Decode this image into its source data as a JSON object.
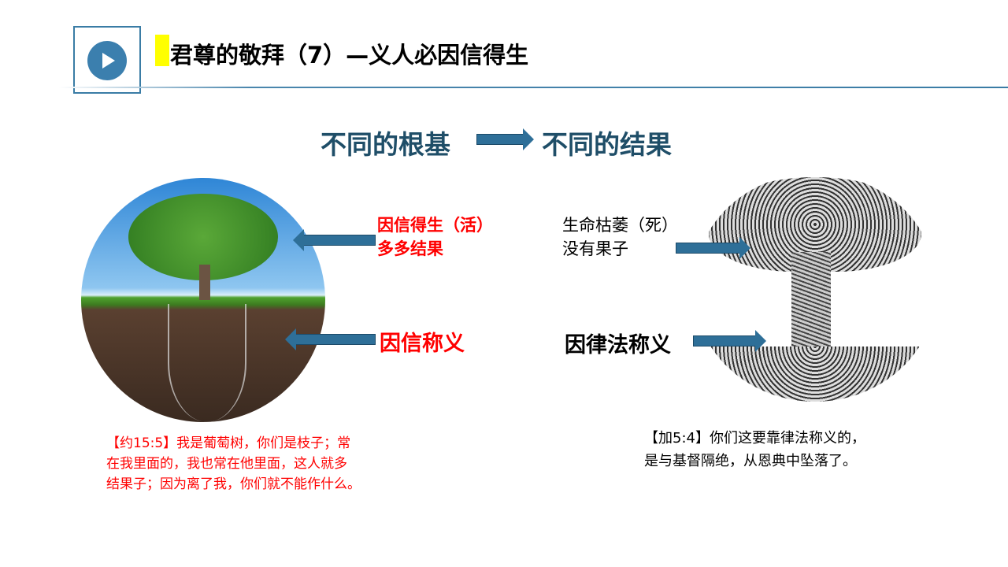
{
  "header": {
    "title": "君尊的敬拜（7）—义人必因信得生",
    "play_icon": "play-icon"
  },
  "subtitle": {
    "left": "不同的根基",
    "right": "不同的结果"
  },
  "left": {
    "label_life": [
      "因信得生（活）",
      "多多结果"
    ],
    "label_root": "因信称义",
    "verse": [
      "【约15:5】我是葡萄树，你们是枝子；常",
      "在我里面的，我也常在他里面，这人就多",
      "结果子；因为离了我，你们就不能作什么。"
    ]
  },
  "right": {
    "label_life": [
      "生命枯萎（死）",
      "没有果子"
    ],
    "label_root": "因律法称义",
    "verse": [
      "【加5:4】你们这要靠律法称义的，",
      "是与基督隔绝，从恩典中坠落了。"
    ]
  },
  "colors": {
    "accent": "#3a7ca5",
    "red": "#ff0000",
    "subtitle": "#1f4e68"
  }
}
